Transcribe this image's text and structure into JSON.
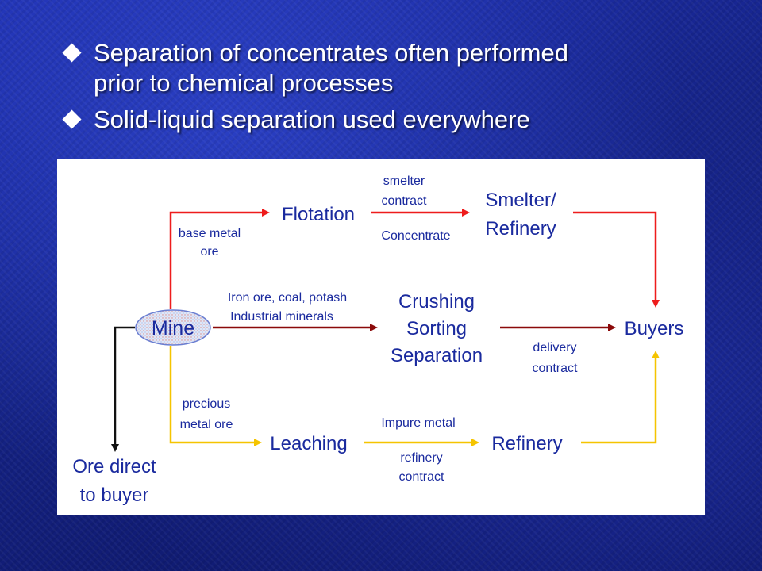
{
  "bullets": [
    {
      "line1": "Separation of concentrates often performed",
      "line2": "prior to chemical processes"
    },
    {
      "line1": "Solid-liquid separation used everywhere"
    }
  ],
  "diagram": {
    "nodes": {
      "mine": "Mine",
      "flotation": "Flotation",
      "smelter_line1": "Smelter/",
      "smelter_line2": "Refinery",
      "crushing_line1": "Crushing",
      "crushing_line2": "Sorting",
      "crushing_line3": "Separation",
      "buyers": "Buyers",
      "leaching": "Leaching",
      "refinery": "Refinery",
      "ore_direct_line1": "Ore direct",
      "ore_direct_line2": "to buyer"
    },
    "edge_labels": {
      "base_metal_line1": "base metal",
      "base_metal_line2": "ore",
      "smelter_contract_line1": "smelter",
      "smelter_contract_line2": "contract",
      "concentrate": "Concentrate",
      "iron_ore_line1": "Iron ore, coal, potash",
      "iron_ore_line2": "Industrial minerals",
      "delivery_line1": "delivery",
      "delivery_line2": "contract",
      "precious_line1": "precious",
      "precious_line2": "metal ore",
      "impure_metal": "Impure metal",
      "refinery_contract_line1": "refinery",
      "refinery_contract_line2": "contract"
    },
    "colors": {
      "red": "#ee1c1c",
      "dark_red": "#8b0a0a",
      "yellow": "#f5c400",
      "black": "#111111",
      "text_blue": "#1a2a9e",
      "mine_fill": "#dfe6f7"
    }
  }
}
